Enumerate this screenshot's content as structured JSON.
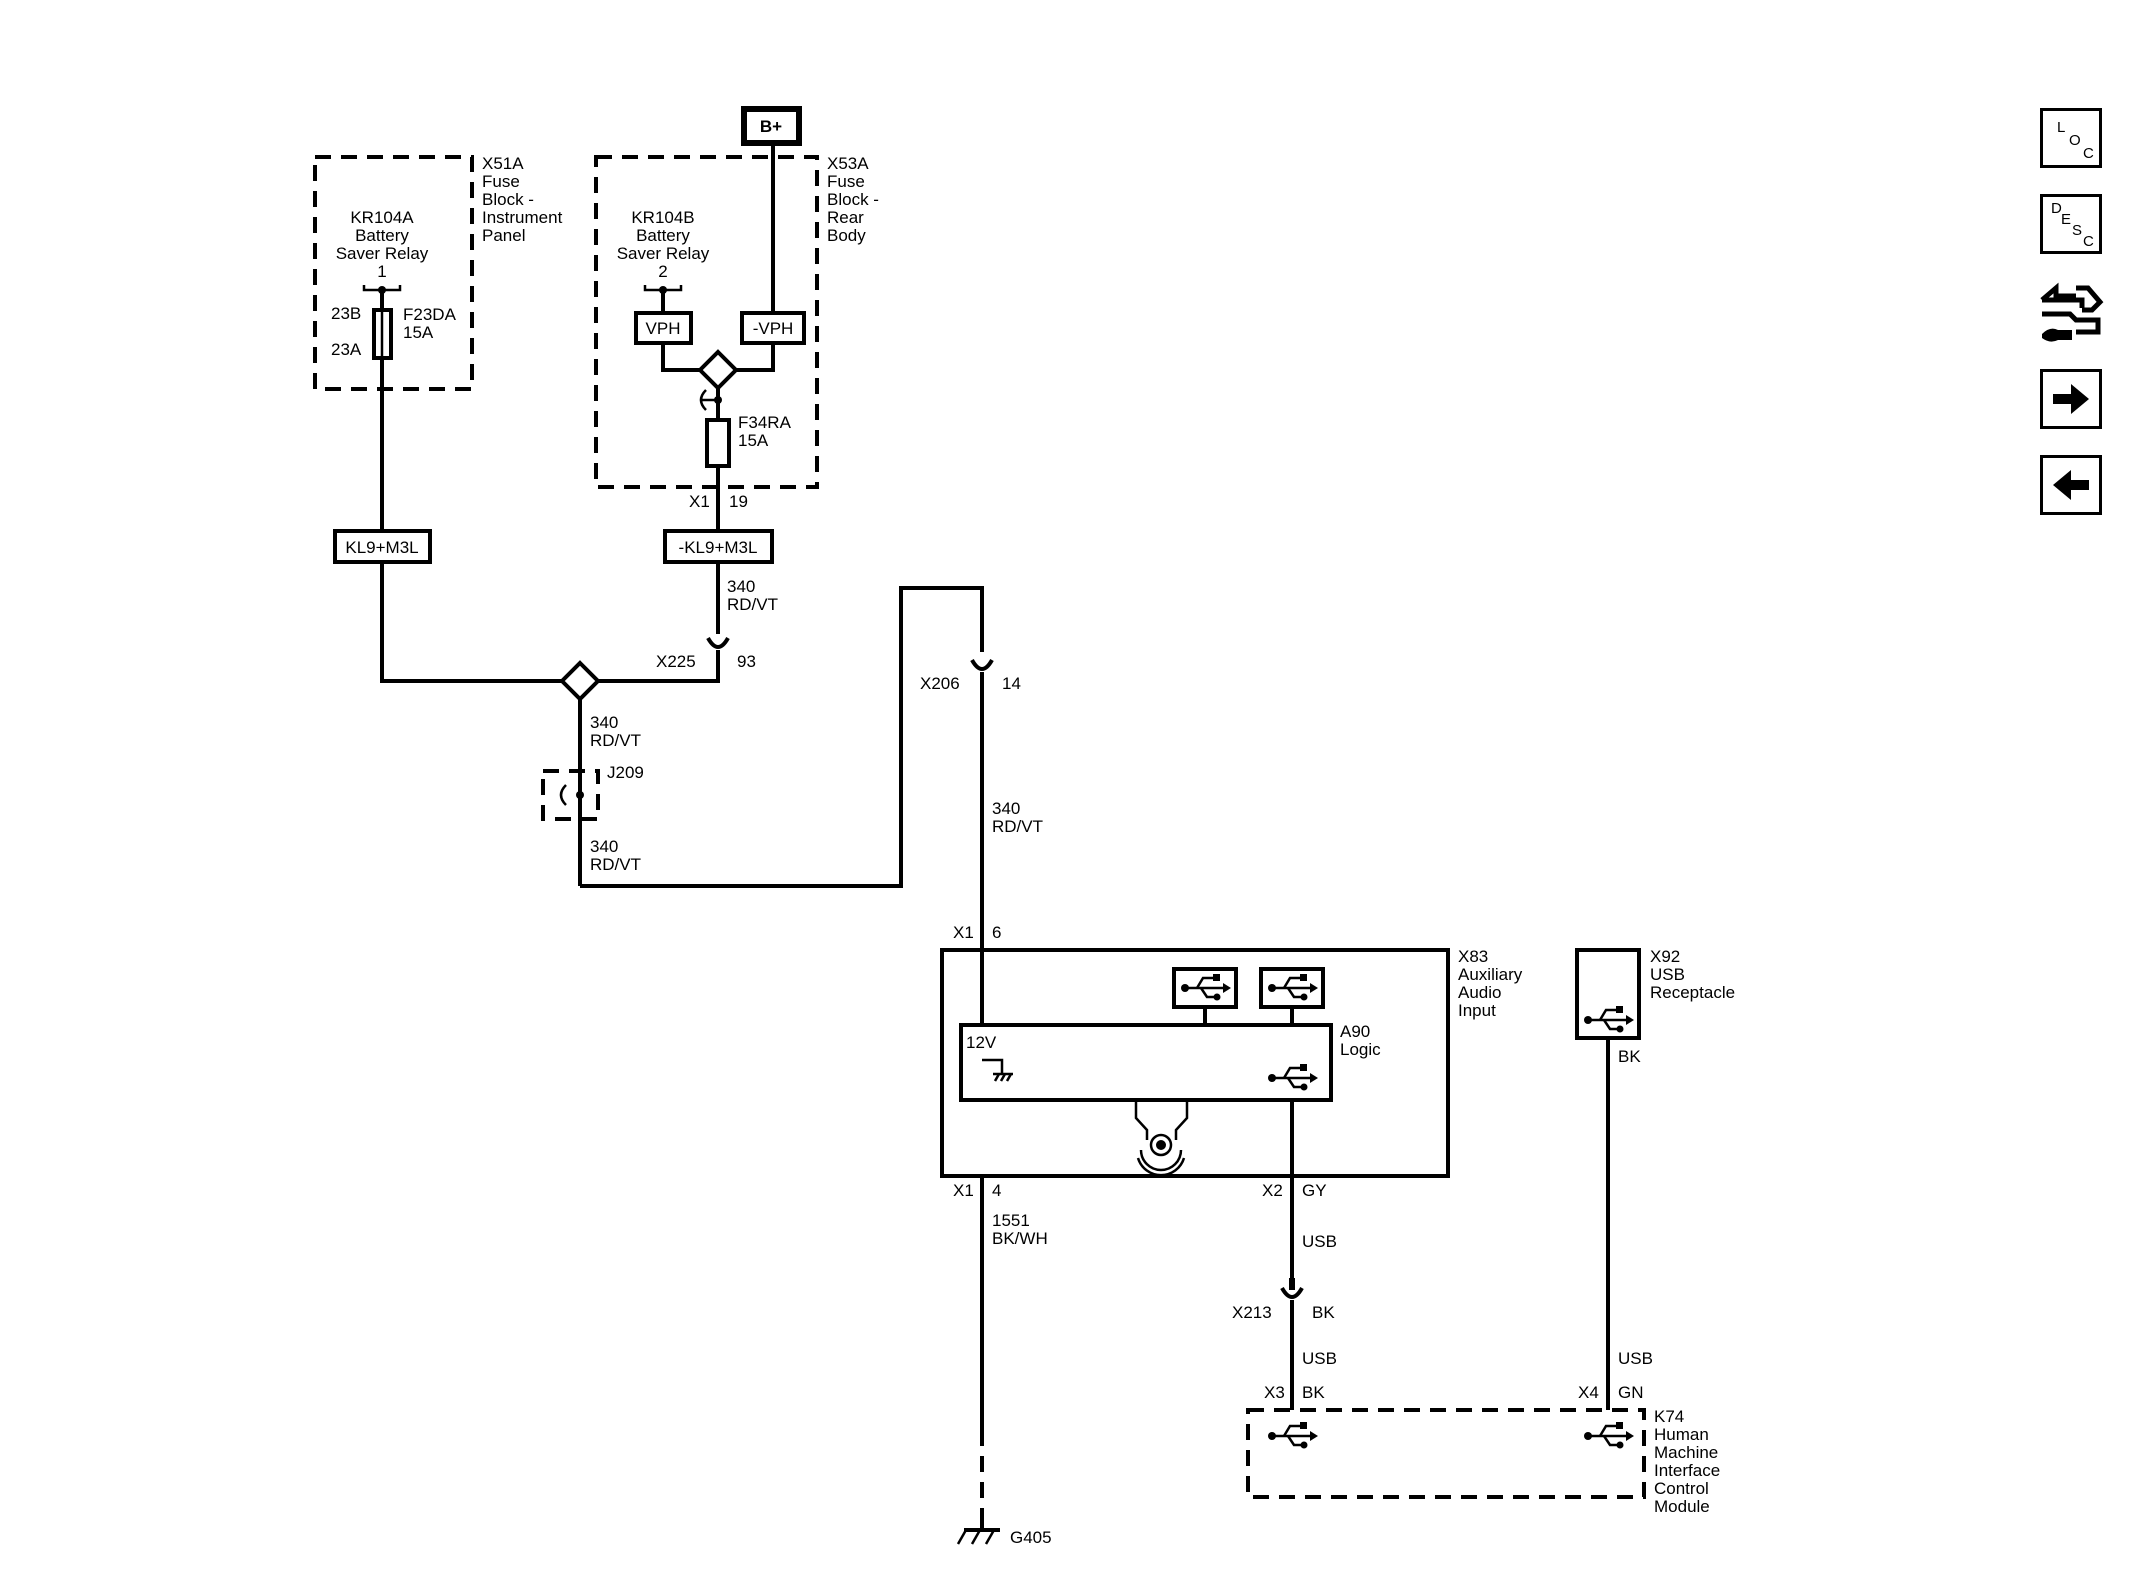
{
  "nav": {
    "loc": [
      "L",
      "O",
      "C"
    ],
    "desc": [
      "D",
      "E",
      "S",
      "C"
    ],
    "icons": [
      "connector-end-view-icon",
      "next-page-arrow-icon",
      "previous-page-arrow-icon"
    ]
  },
  "power": {
    "battery": "B+"
  },
  "x51a": {
    "id": "X51A",
    "lines": [
      "Fuse",
      "Block -",
      "Instrument",
      "Panel"
    ]
  },
  "kr104a": {
    "lines": [
      "KR104A",
      "Battery",
      "Saver Relay"
    ],
    "pin": "1",
    "pin_top": "23B",
    "pin_bottom": "23A",
    "fuse": "F23DA",
    "rating": "15A"
  },
  "x53a": {
    "id": "X53A",
    "lines": [
      "Fuse",
      "Block -",
      "Rear",
      "Body"
    ]
  },
  "kr104b": {
    "lines": [
      "KR104B",
      "Battery",
      "Saver Relay"
    ],
    "pin": "2",
    "vph": "VPH",
    "nvph": "-VPH",
    "fuse": "F34RA",
    "rating": "15A",
    "conn": "X1",
    "conn_pin": "19"
  },
  "power_modes": {
    "left": "KL9+M3L",
    "right": "-KL9+M3L"
  },
  "circuits": {
    "c340_a": [
      "340",
      "RD/VT"
    ],
    "c340_b": [
      "340",
      "RD/VT"
    ],
    "c340_c": [
      "340",
      "RD/VT"
    ],
    "c340_d": [
      "340",
      "RD/VT"
    ],
    "c1551": [
      "1551",
      "BK/WH"
    ]
  },
  "inline": {
    "x225": {
      "id": "X225",
      "pin": "93"
    },
    "j209": "J209",
    "x206": {
      "id": "X206",
      "pin": "14"
    },
    "x213": {
      "id": "X213",
      "pin": "BK"
    }
  },
  "x83": {
    "lines": [
      "X83",
      "Auxiliary",
      "Audio",
      "Input"
    ],
    "logic": [
      "A90",
      "Logic"
    ],
    "v12": "12V",
    "x1_top": "X1",
    "x1_top_pin": "6",
    "x1_bot": "X1",
    "x1_bot_pin": "4",
    "x2": "X2",
    "x2_pin": "GY"
  },
  "x92": {
    "lines": [
      "X92",
      "USB",
      "Receptacle"
    ],
    "wire": "BK"
  },
  "usb_wires": {
    "a": "USB",
    "b": "USB",
    "c": "USB"
  },
  "k74": {
    "lines": [
      "K74",
      "Human",
      "Machine",
      "Interface",
      "Control",
      "Module"
    ],
    "x3": "X3",
    "x3_pin": "BK",
    "x4": "X4",
    "x4_pin": "GN"
  },
  "ground": {
    "id": "G405"
  }
}
